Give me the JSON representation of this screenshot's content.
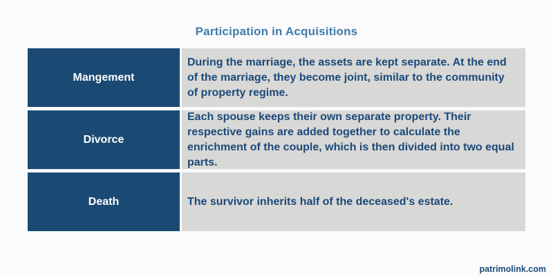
{
  "title": "Participation in Acquisitions",
  "colors": {
    "background": "#fbfbfd",
    "title": "#3e7cab",
    "row_label_bg": "#1a4a73",
    "row_label_text": "#ffffff",
    "row_body_bg": "#d8d8d6",
    "row_body_text": "#1b4979"
  },
  "table": {
    "rows": [
      {
        "label": "Mangement",
        "description": "During the marriage, the assets are kept separate. At the end of the marriage, they become joint, similar to the community of property regime."
      },
      {
        "label": "Divorce",
        "description": "Each spouse keeps their own separate property. Their respective gains are added together to calculate the enrichment of the couple, which is then divided into two equal parts."
      },
      {
        "label": "Death",
        "description": "The survivor inherits half of the deceased's estate."
      }
    ]
  },
  "footer": {
    "website": "patrimolink.com"
  }
}
